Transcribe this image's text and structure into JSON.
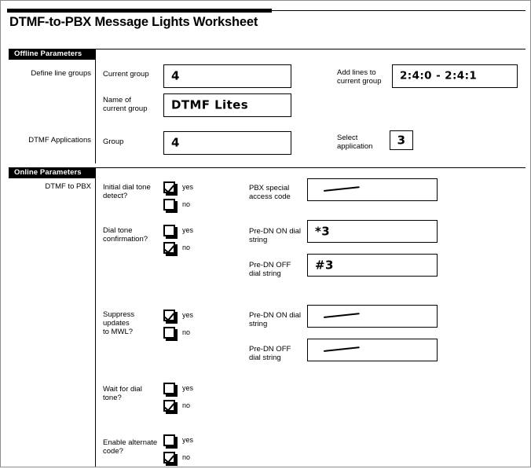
{
  "page": {
    "title": "DTMF-to-PBX Message Lights Worksheet"
  },
  "sections": [
    {
      "id": "offline",
      "label": "Offline Parameters"
    },
    {
      "id": "online",
      "label": "Online Parameters"
    }
  ],
  "offline": {
    "rows": [
      {
        "label": "Define line groups"
      },
      {
        "label": "DTMF Applications"
      }
    ],
    "fields": [
      {
        "name": "current-group",
        "label": "Current group",
        "value": "4",
        "empty": false
      },
      {
        "name": "name-current-group",
        "label": "Name of\ncurrent group",
        "value": "DTMF Lites",
        "empty": false
      },
      {
        "name": "group",
        "label": "Group",
        "value": "4",
        "empty": false
      },
      {
        "name": "add-lines",
        "label": "Add lines to\ncurrent group",
        "value": "2:4:0 - 2:4:1",
        "empty": false
      },
      {
        "name": "select-application",
        "label": "Select\napplication",
        "value": "3",
        "empty": false
      }
    ]
  },
  "online": {
    "rows": [
      {
        "label": "DTMF to PBX"
      }
    ],
    "questions": [
      {
        "name": "initial-dial-tone-detect",
        "label": "Initial dial tone\ndetect?",
        "options": [
          {
            "label": "yes",
            "checked": true
          },
          {
            "label": "no",
            "checked": false
          }
        ]
      },
      {
        "name": "dial-tone-confirmation",
        "label": "Dial tone\nconfirmation?",
        "options": [
          {
            "label": "yes",
            "checked": false
          },
          {
            "label": "no",
            "checked": true
          }
        ]
      },
      {
        "name": "suppress-updates-to-mwl",
        "label": "Suppress\nupdates\nto MWL?",
        "options": [
          {
            "label": "yes",
            "checked": true
          },
          {
            "label": "no",
            "checked": false
          }
        ]
      },
      {
        "name": "wait-for-dial-tone",
        "label": "Wait for dial\ntone?",
        "options": [
          {
            "label": "yes",
            "checked": false
          },
          {
            "label": "no",
            "checked": true
          }
        ]
      },
      {
        "name": "enable-alternate-code",
        "label": "Enable alternate\ncode?",
        "options": [
          {
            "label": "yes",
            "checked": false
          },
          {
            "label": "no",
            "checked": true
          }
        ]
      }
    ],
    "fields": [
      {
        "name": "pbx-special-access-code",
        "label": "PBX special\naccess code",
        "value": "",
        "empty": true
      },
      {
        "name": "pre-dn-on-dial-string-1",
        "label": "Pre-DN ON dial\nstring",
        "value": "*3",
        "empty": false
      },
      {
        "name": "pre-dn-off-dial-string-1",
        "label": "Pre-DN OFF\ndial string",
        "value": "#3",
        "empty": false
      },
      {
        "name": "pre-dn-on-dial-string-2",
        "label": "Pre-DN ON dial\nstring",
        "value": "",
        "empty": true
      },
      {
        "name": "pre-dn-off-dial-string-2",
        "label": "Pre-DN OFF\ndial string",
        "value": "",
        "empty": true
      }
    ]
  },
  "colors": {
    "ink": "#000000",
    "paper": "#ffffff",
    "section_bar_bg": "#000000",
    "section_bar_text": "#ffffff",
    "frame": "#8d8d8d"
  }
}
